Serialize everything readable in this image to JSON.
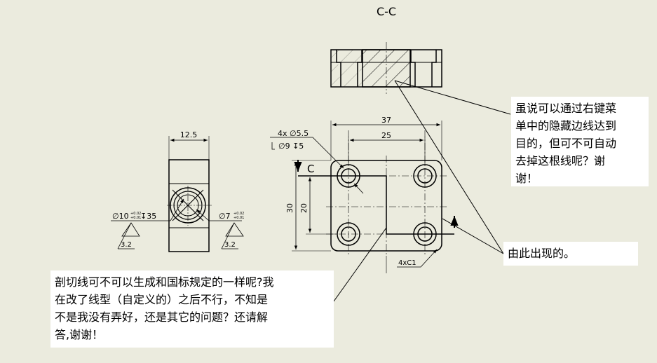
{
  "drawing": {
    "section_title": "C-C",
    "section_marker": "C",
    "dims": {
      "width_37": "37",
      "width_25": "25",
      "height_30": "30",
      "height_20": "20",
      "side_width": "12.5",
      "chamfer": "4xC1",
      "hole_note_1": "4x ∅5.5",
      "hole_note_2": "∅9 ↧5",
      "counterbore_left": "∅10",
      "counterbore_left_depth": "↧35",
      "counterbore_right": "∅7",
      "tolerance_upper": "+0.02",
      "tolerance_lower": "+0.01",
      "roughness_left": "3.2",
      "roughness_right": "3.2"
    }
  },
  "notes": {
    "right_top": [
      "虽说可以通过右键菜",
      "单中的隐藏边线达到",
      "目的，但可不可自动",
      "去掉这根线呢？谢",
      "谢！"
    ],
    "right_mid": "由此出现的。",
    "bottom_left": [
      "剖切线可不可以生成和国标规定的一样呢?我",
      "在改了线型（自定义的）之后不行，不知是",
      "不是我没有弄好，还是其它的问题？还请解",
      "答,谢谢！"
    ]
  },
  "colors": {
    "background": "#ebebde",
    "line": "#000000",
    "note_bg": "#ffffff"
  }
}
